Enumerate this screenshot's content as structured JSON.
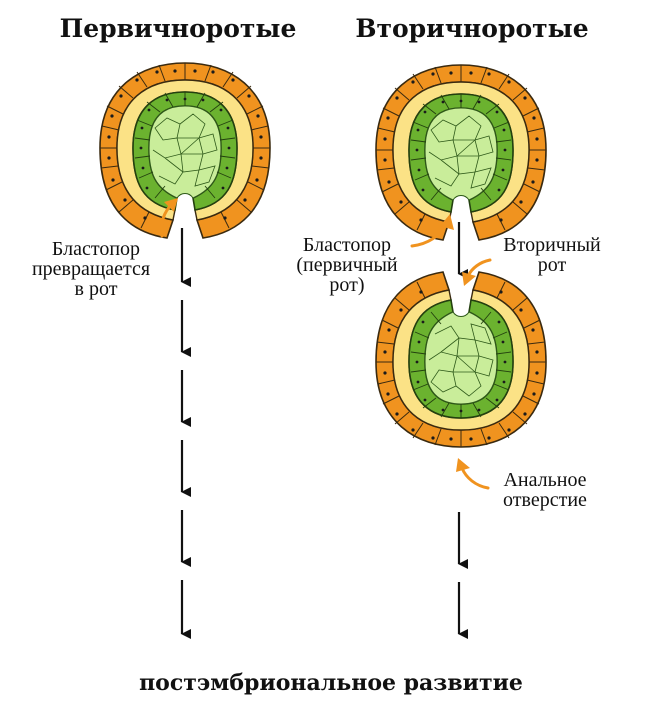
{
  "titles": {
    "left": "Первичноротые",
    "right": "Вторичноротые"
  },
  "labels": {
    "left_blastopore_line1": "Бластопор",
    "left_blastopore_line2": "превращается",
    "left_blastopore_line3": "в рот",
    "right_blastopore_line1": "Бластопор",
    "right_blastopore_line2": "(первичный",
    "right_blastopore_line3": "рот)",
    "secondary_mouth_line1": "Вторичный",
    "secondary_mouth_line2": "рот",
    "anal_line1": "Анальное",
    "anal_line2": "отверстие"
  },
  "footer": "постэмбриональное развитие",
  "colors": {
    "ectoderm": "#f0931f",
    "blastocoel": "#fbe286",
    "endoderm": "#6bb22f",
    "yolk": "#c9ed9a",
    "pointer": "#f0931f"
  }
}
